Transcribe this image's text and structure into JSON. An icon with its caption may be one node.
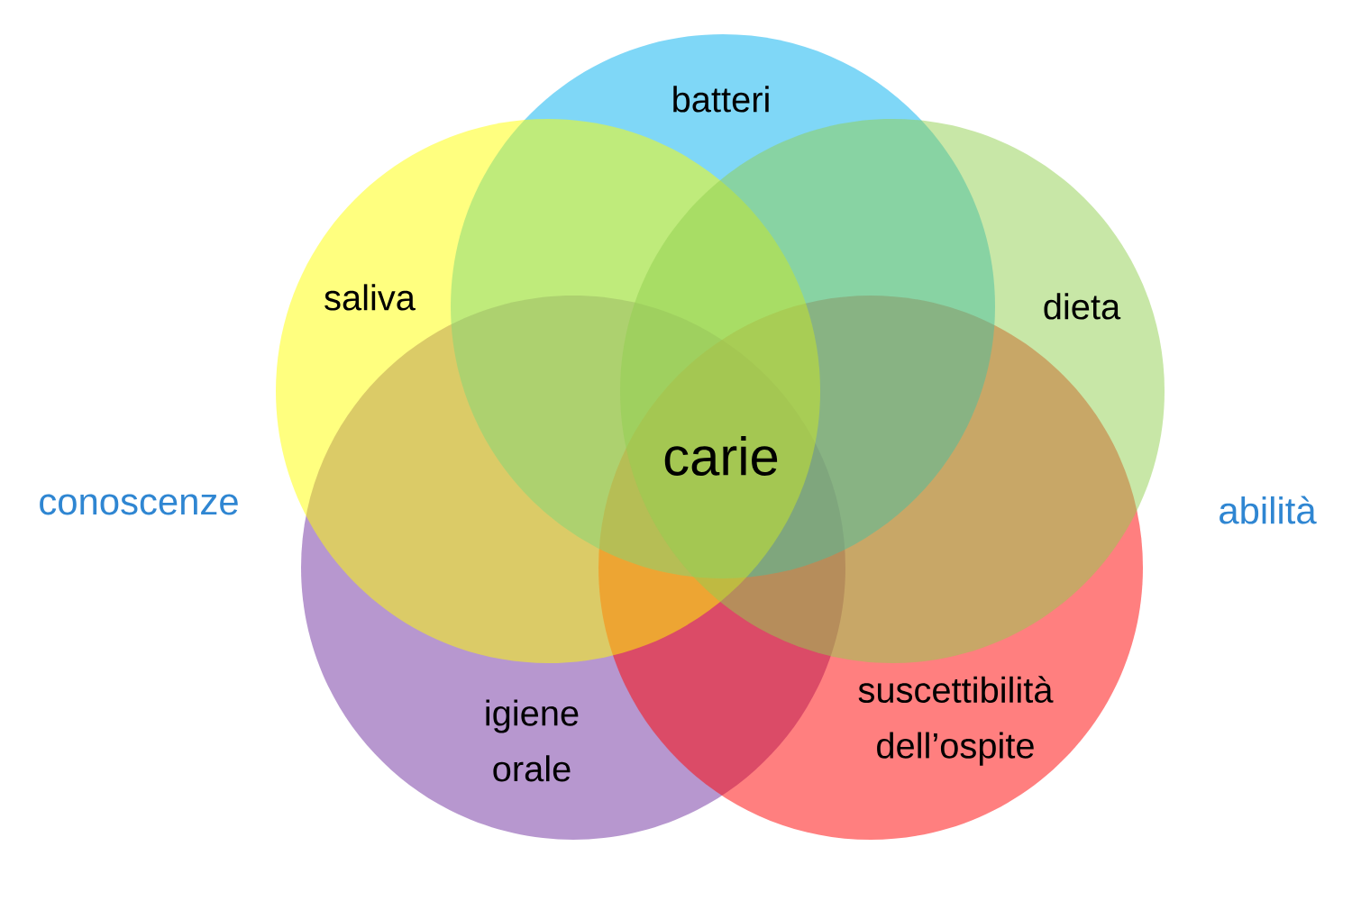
{
  "diagram": {
    "nodes": [
      {
        "text": [
          "batteri"
        ]
      },
      {
        "text": [
          "saliva"
        ]
      },
      {
        "text": [
          "dieta"
        ]
      },
      {
        "text": [
          "igiene orale"
        ]
      },
      {
        "text": [
          "suscettibilità dell’ospite"
        ]
      }
    ],
    "labels": [
      "carie",
      "conoscenze",
      "abilità"
    ]
  }
}
